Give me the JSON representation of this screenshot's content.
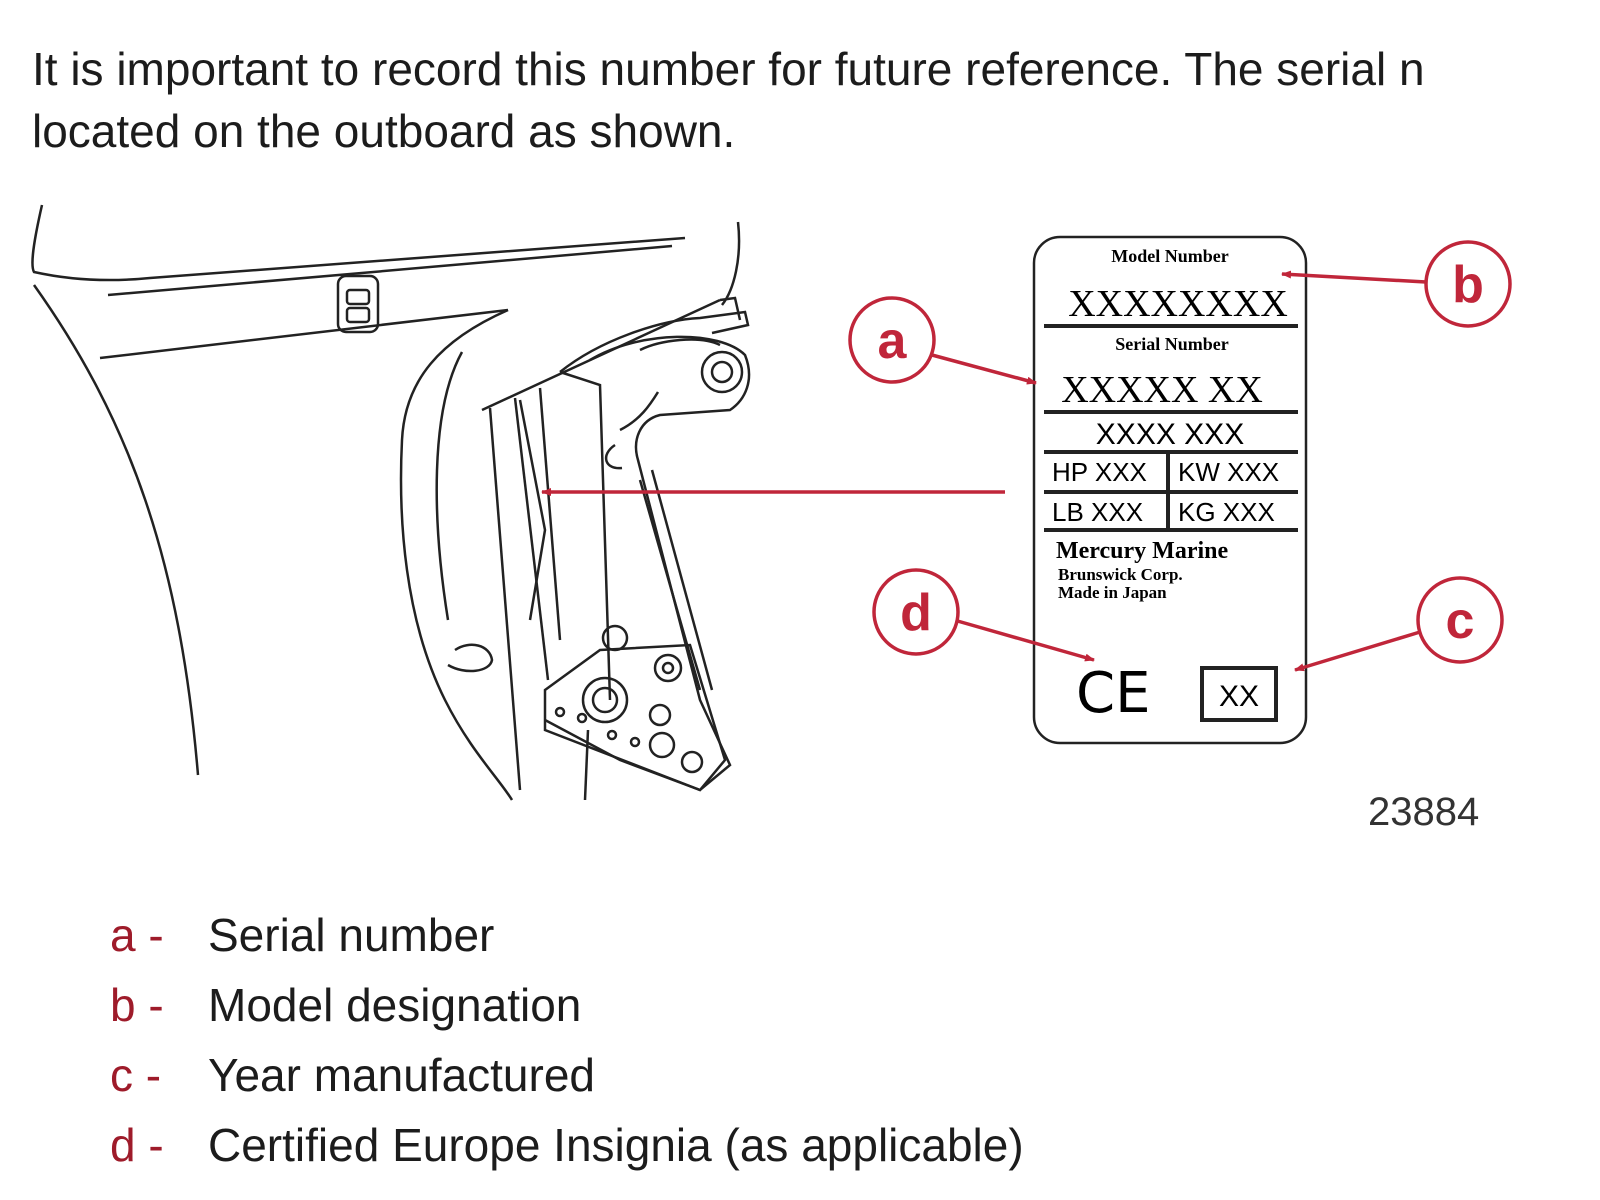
{
  "intro": {
    "line1": "It is important to record this number for future reference. The serial n",
    "line2": "located on the outboard as shown."
  },
  "label": {
    "model_heading": "Model Number",
    "model_value": "XXXXXXXX",
    "serial_heading": "Serial Number",
    "serial_value": "XXXXX XX",
    "code": "XXXX  XXX",
    "hp": "HP XXX",
    "kw": "KW XXX",
    "lb": "LB XXX",
    "kg": "KG XXX",
    "maker": "Mercury Marine",
    "corp": "Brunswick Corp.",
    "origin": "Made in Japan",
    "ce_mark": "CE",
    "year_box": "XX"
  },
  "callouts": {
    "a": "a",
    "b": "b",
    "c": "c",
    "d": "d"
  },
  "figure_id": "23884",
  "legend": [
    {
      "letter": "a -",
      "text": "Serial number"
    },
    {
      "letter": "b -",
      "text": "Model designation"
    },
    {
      "letter": "c -",
      "text": "Year manufactured"
    },
    {
      "letter": "d -",
      "text": "Certified Europe Insignia (as applicable)"
    }
  ],
  "colors": {
    "accent": "#c0263a",
    "text": "#1c1c1c"
  }
}
